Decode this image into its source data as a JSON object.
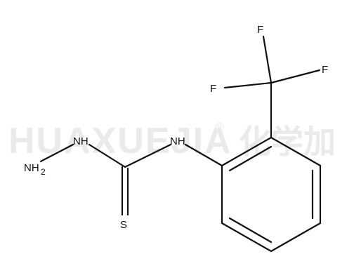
{
  "watermark": {
    "latin": "HUAXUEJIA",
    "registered": "®",
    "cjk": "化学加"
  },
  "atoms": {
    "f_top": "F",
    "f_right": "F",
    "f_left": "F",
    "nh_left": "NH",
    "nh_right": "NH",
    "nh2_main": "NH",
    "nh2_sub": "2",
    "s": "S"
  }
}
